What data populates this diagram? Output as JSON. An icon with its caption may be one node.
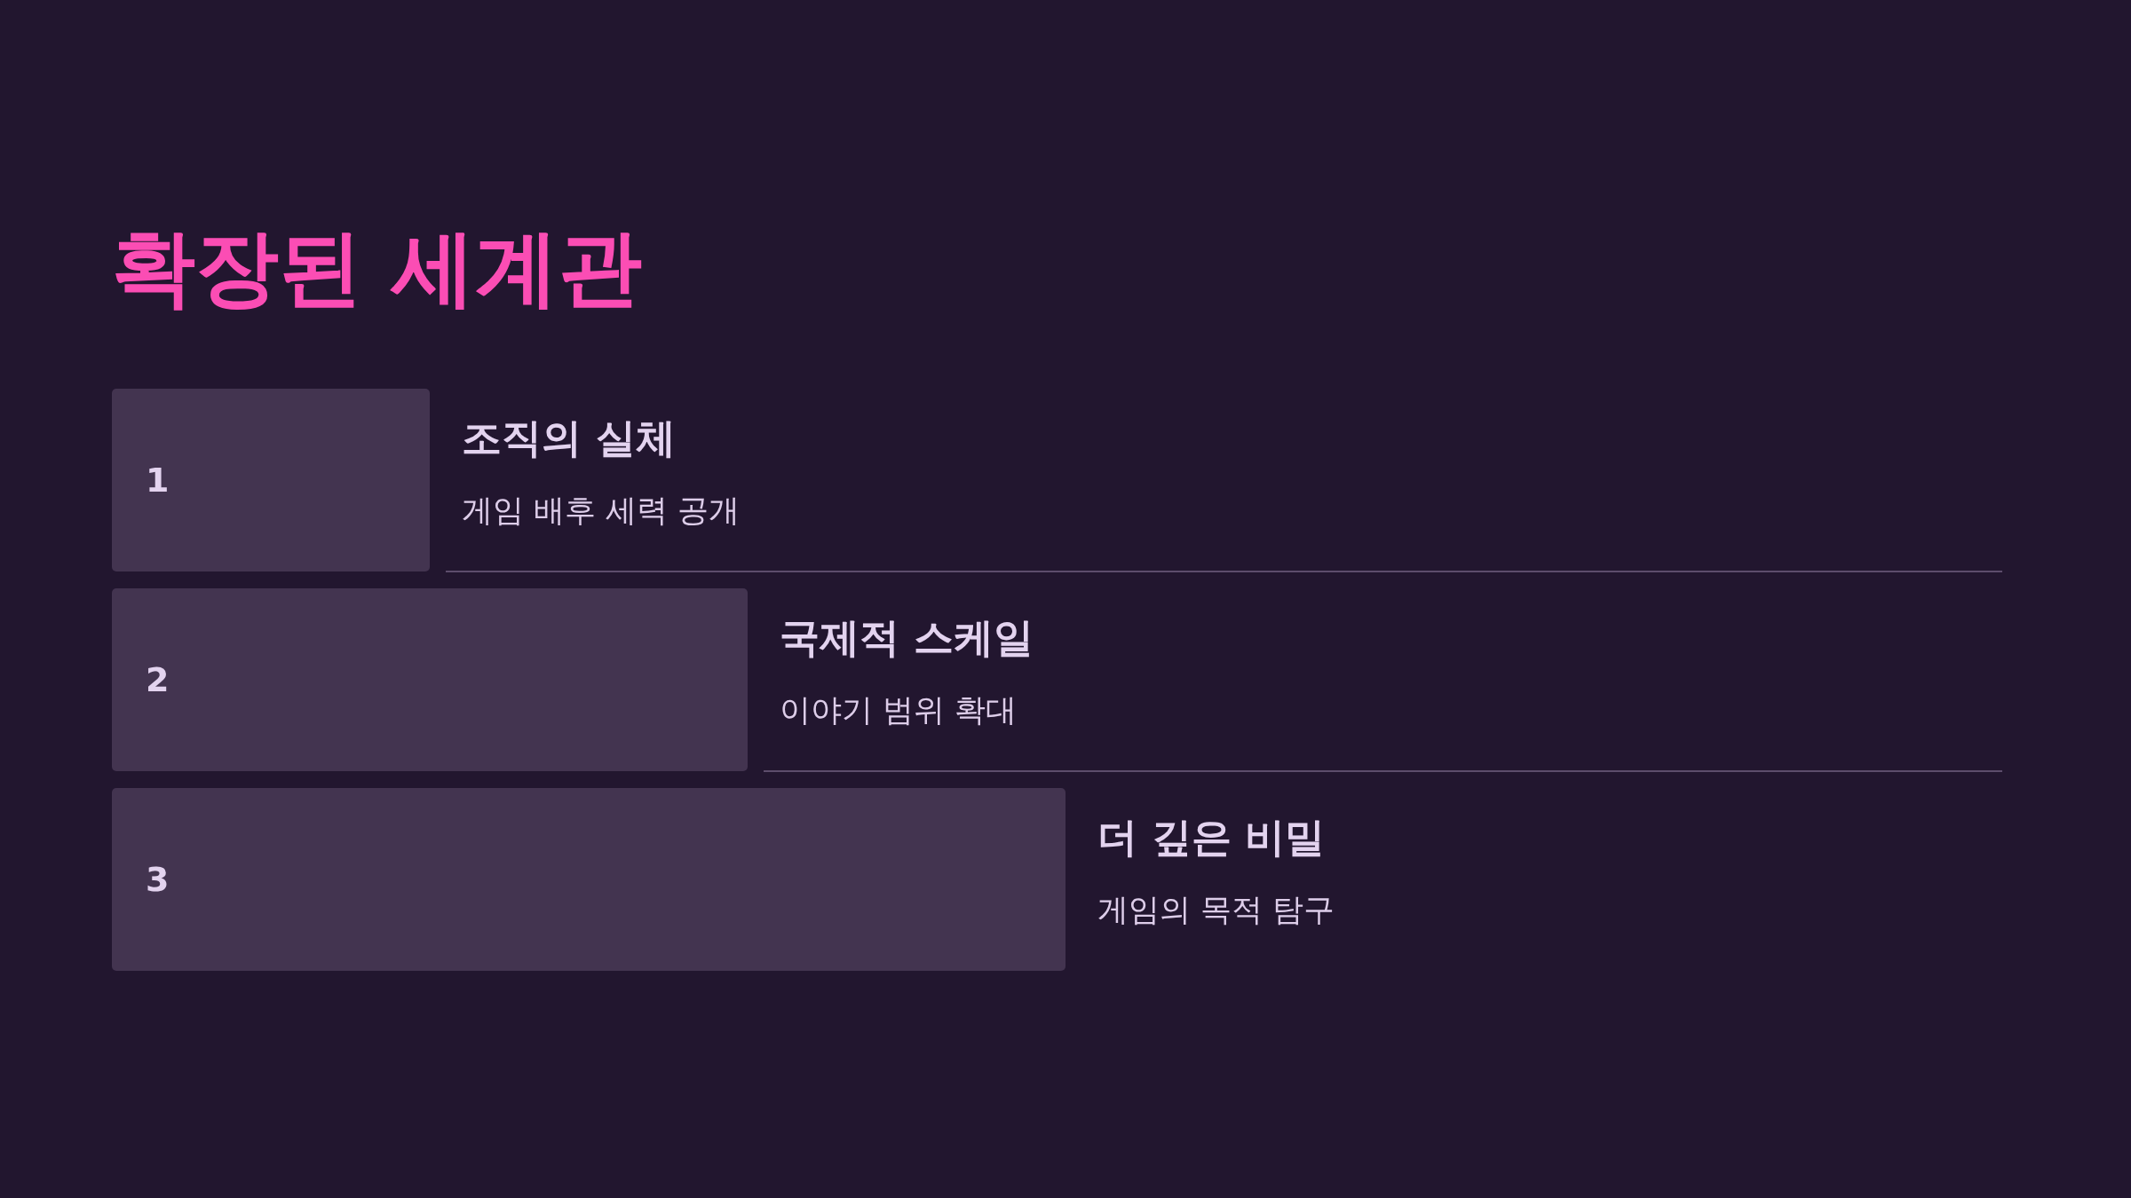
{
  "diagram": {
    "title": "확장된 세계관",
    "nodes": [
      {
        "text": [
          "1"
        ],
        "beside": [
          "조직의 실체",
          "게임 배후 세력 공개"
        ]
      },
      {
        "text": [
          "2"
        ],
        "beside": [
          "국제적 스케일",
          "이야기 범위 확대"
        ]
      },
      {
        "text": [
          "3"
        ],
        "beside": [
          "더 깊은 비밀",
          "게임의 목적 탐구"
        ]
      }
    ]
  }
}
